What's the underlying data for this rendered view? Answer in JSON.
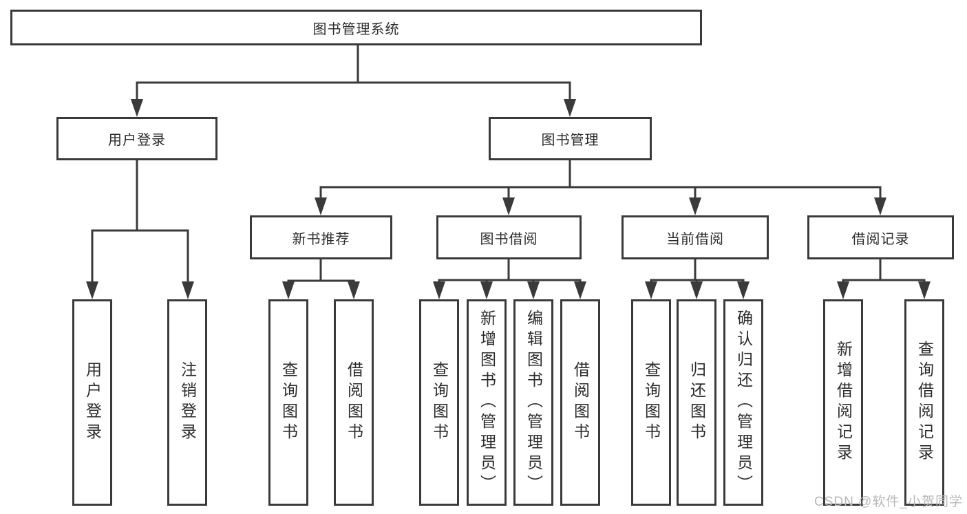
{
  "colors": {
    "line": "#3a3a3a",
    "box_border": "#3a3a3a",
    "box_fill": "#ffffff",
    "text_color": "#2b2b2b",
    "watermark_color": "#b8b8b8",
    "background": "#ffffff"
  },
  "diagram": {
    "nodes": {
      "root": "图书管理系统",
      "user_login": "用户登录",
      "book_management": "图书管理",
      "new_book_recommend": "新书推荐",
      "book_borrowing": "图书借阅",
      "current_borrowing": "当前借阅",
      "borrowing_records": "借阅记录",
      "leaf_user_login": "用户登录",
      "leaf_logout": "注销登录",
      "leaf_recommend_query_books": "查询图书",
      "leaf_recommend_borrow_books": "借阅图书",
      "leaf_borrowing_query_books": "查询图书",
      "leaf_borrowing_add_books": "新增图书（管理员）",
      "leaf_borrowing_edit_books": "编辑图书（管理员）",
      "leaf_borrowing_borrow_books": "借阅图书",
      "leaf_current_query_books": "查询图书",
      "leaf_current_return_books": "归还图书",
      "leaf_current_confirm_return": "确认归还（管理员）",
      "leaf_records_add_record": "新增借阅记录",
      "leaf_records_query_record": "查询借阅记录"
    },
    "hierarchy": [
      {
        "parent": "图书管理系统",
        "children": [
          "用户登录",
          "图书管理"
        ]
      },
      {
        "parent": "用户登录",
        "children": [
          "用户登录",
          "注销登录"
        ]
      },
      {
        "parent": "图书管理",
        "children": [
          "新书推荐",
          "图书借阅",
          "当前借阅",
          "借阅记录"
        ]
      },
      {
        "parent": "新书推荐",
        "children": [
          "查询图书",
          "借阅图书"
        ]
      },
      {
        "parent": "图书借阅",
        "children": [
          "查询图书",
          "新增图书（管理员）",
          "编辑图书（管理员）",
          "借阅图书"
        ]
      },
      {
        "parent": "当前借阅",
        "children": [
          "查询图书",
          "归还图书",
          "确认归还（管理员）"
        ]
      },
      {
        "parent": "借阅记录",
        "children": [
          "新增借阅记录",
          "查询借阅记录"
        ]
      }
    ]
  },
  "watermark": {
    "text": "CSDN @软件_小贺同学"
  }
}
